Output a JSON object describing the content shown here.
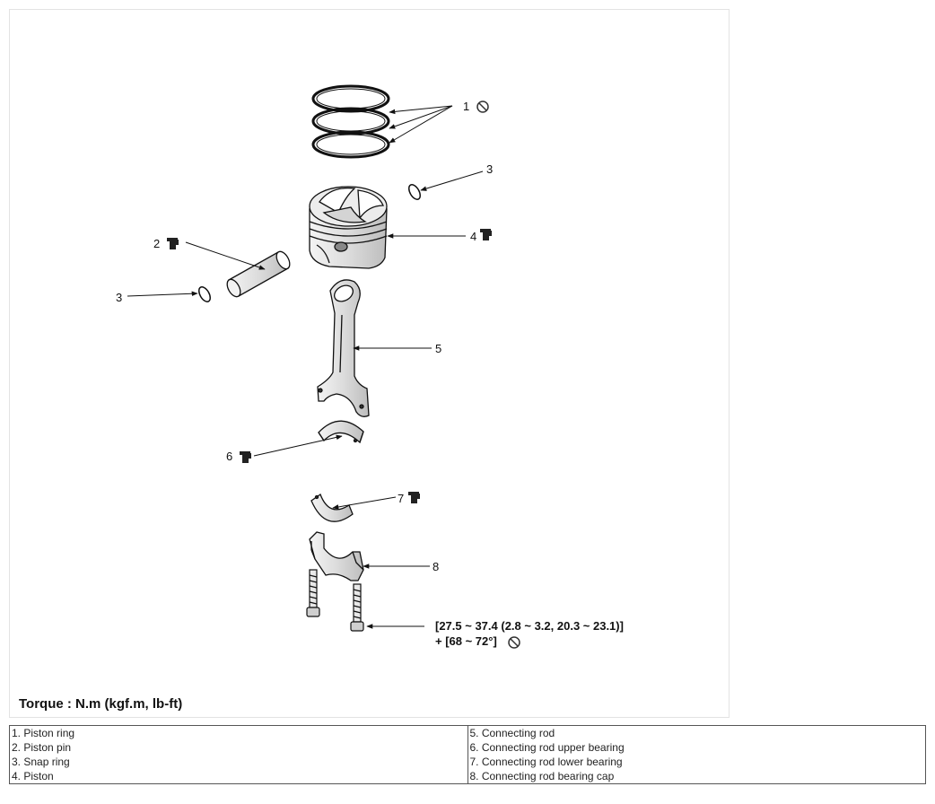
{
  "callouts": {
    "c1": "1",
    "c2": "2",
    "c3a": "3",
    "c3b": "3",
    "c4": "4",
    "c5": "5",
    "c6": "6",
    "c7": "7",
    "c8": "8"
  },
  "torque_spec": {
    "line1": "[27.5 ~ 37.4 (2.8 ~ 3.2, 20.3 ~ 23.1)]",
    "line2": "+ [68 ~ 72°]"
  },
  "torque_unit": "Torque : N.m (kgf.m, lb-ft)",
  "legend": [
    [
      "1. Piston ring",
      "5. Connecting rod"
    ],
    [
      "2. Piston pin",
      "6. Connecting rod upper bearing"
    ],
    [
      "3. Snap ring",
      "7. Connecting rod lower bearing"
    ],
    [
      "4. Piston",
      "8. Connecting rod bearing cap"
    ]
  ],
  "icons": [
    "do-not-reuse-icon",
    "apply-oil-icon"
  ]
}
